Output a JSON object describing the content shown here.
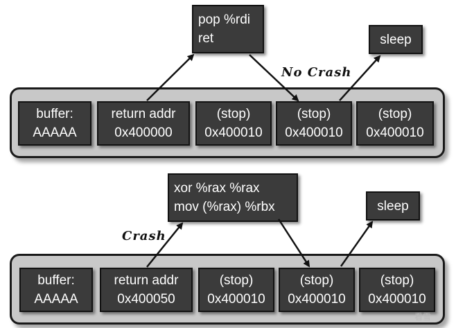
{
  "top": {
    "cells": [
      {
        "line1": "buffer:",
        "line2": "AAAAA"
      },
      {
        "line1": "return addr",
        "line2": "0x400000"
      },
      {
        "line1": "(stop)",
        "line2": "0x400010"
      },
      {
        "line1": "(stop)",
        "line2": "0x400010"
      },
      {
        "line1": "(stop)",
        "line2": "0x400010"
      }
    ],
    "gadget": {
      "line1": "pop %rdi",
      "line2": "ret"
    },
    "sleep": "sleep",
    "label": "No Crash"
  },
  "bottom": {
    "cells": [
      {
        "line1": "buffer:",
        "line2": "AAAAA"
      },
      {
        "line1": "return addr",
        "line2": "0x400050"
      },
      {
        "line1": "(stop)",
        "line2": "0x400010"
      },
      {
        "line1": "(stop)",
        "line2": "0x400010"
      },
      {
        "line1": "(stop)",
        "line2": "0x400010"
      }
    ],
    "gadget": {
      "line1": "xor %rax %rax",
      "line2": "mov (%rax) %rbx"
    },
    "sleep": "sleep",
    "label": "Crash"
  },
  "watermark": "看雪"
}
